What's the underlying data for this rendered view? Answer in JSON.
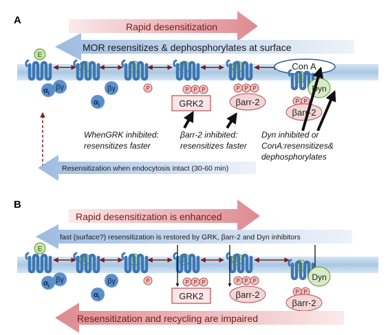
{
  "panel_a": {
    "label": "A",
    "top_arrow": "Rapid desensitization",
    "back_arrow": "MOR resensitizes & dephosphorylates at surface",
    "con_a": "Con A",
    "dyn": "Dyn",
    "grk2": "GRK2",
    "barr": "βarr-2",
    "note_grk_1": "WhenGRK inhibited:",
    "note_grk_2": "resensitizes faster",
    "note_barr_1": "βarr-2 inhibited:",
    "note_barr_2": "resensitizes faster",
    "note_dyn_1": "Dyn inhibited or",
    "note_dyn_2": "ConA:resensitizes&",
    "note_dyn_3": "dephosphorylates",
    "bottom_arrow": "Resensitization when endocytosis intact (30-60 min)"
  },
  "panel_b": {
    "label": "B",
    "top_arrow": "Rapid desensitization is enhanced",
    "back_arrow": "fast (surface?) resensitization is restored by GRK, βarr-2 and Dyn inhibitors",
    "grk2": "GRK2",
    "barr": "βarr-2",
    "dyn": "Dyn",
    "bottom_arrow": "Resensitization and recycling are impaired"
  },
  "symbols": {
    "enkephalin": "E",
    "phospho": "P",
    "g_alpha": "αi",
    "g_alpha_base": "α",
    "g_alpha_sub": "i",
    "g_betagamma": "βγ"
  },
  "colors": {
    "membrane": "#b8d4ea",
    "receptor": "#3d77b3",
    "g_protein": "#5d8fc8",
    "ligand": "#c9e5a6",
    "phospho": "#f3c3c3",
    "red_arrow": "#e3969b",
    "blue_arrow": "#b7cde6",
    "dark_red": "#7b1a18"
  }
}
